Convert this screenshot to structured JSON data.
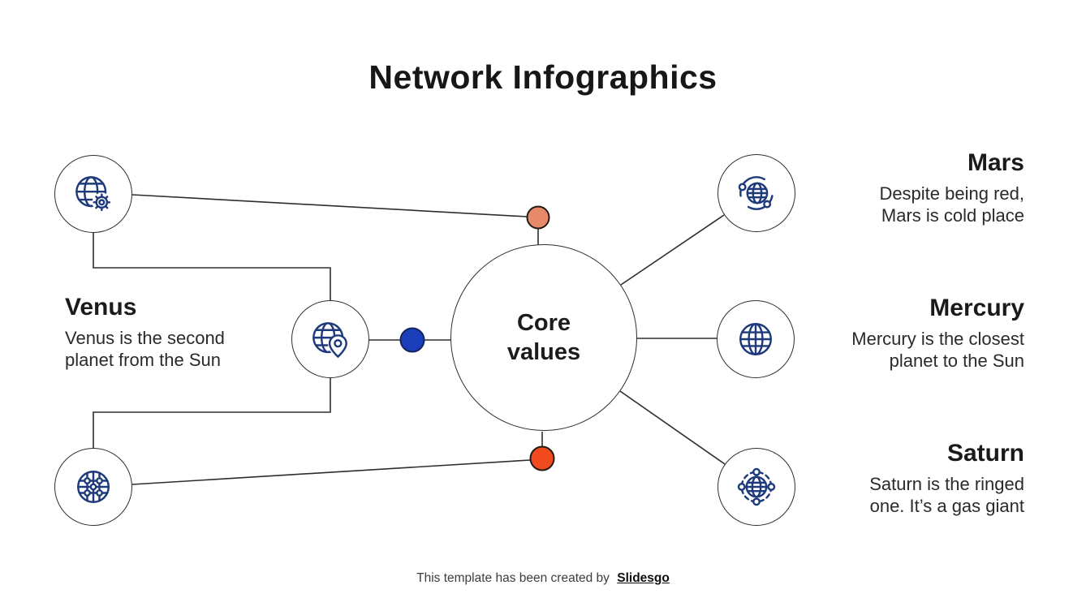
{
  "title": "Network Infographics",
  "center_node": {
    "line1": "Core",
    "line2": "values"
  },
  "nodes": {
    "venus": {
      "title": "Venus",
      "desc_line1": "Venus is the second",
      "desc_line2": "planet from the Sun",
      "icon": "globe-location-pin-icon"
    },
    "mars": {
      "title": "Mars",
      "desc_line1": "Despite being red,",
      "desc_line2": "Mars is cold place",
      "icon": "globe-orbit-icon"
    },
    "mercury": {
      "title": "Mercury",
      "desc_line1": "Mercury is the closest",
      "desc_line2": "planet to the Sun",
      "icon": "globe-grid-icon"
    },
    "saturn": {
      "title": "Saturn",
      "desc_line1": "Saturn is the ringed",
      "desc_line2": "one. It’s a gas giant",
      "icon": "globe-satellites-icon"
    },
    "top_left": {
      "icon": "globe-gear-icon"
    },
    "bottom_left": {
      "icon": "globe-network-icon"
    }
  },
  "footer": {
    "text": "This template has been created by",
    "brand": "Slidesgo"
  },
  "colors": {
    "icon_stroke": "#1E3A7B",
    "connector": "#2E2E2E",
    "dot_top": "#E88A69",
    "dot_left": "#1B3FBB",
    "dot_bottom": "#F14A1F",
    "heading_text": "#1A1A1A",
    "body_text": "#2A2A2A"
  }
}
